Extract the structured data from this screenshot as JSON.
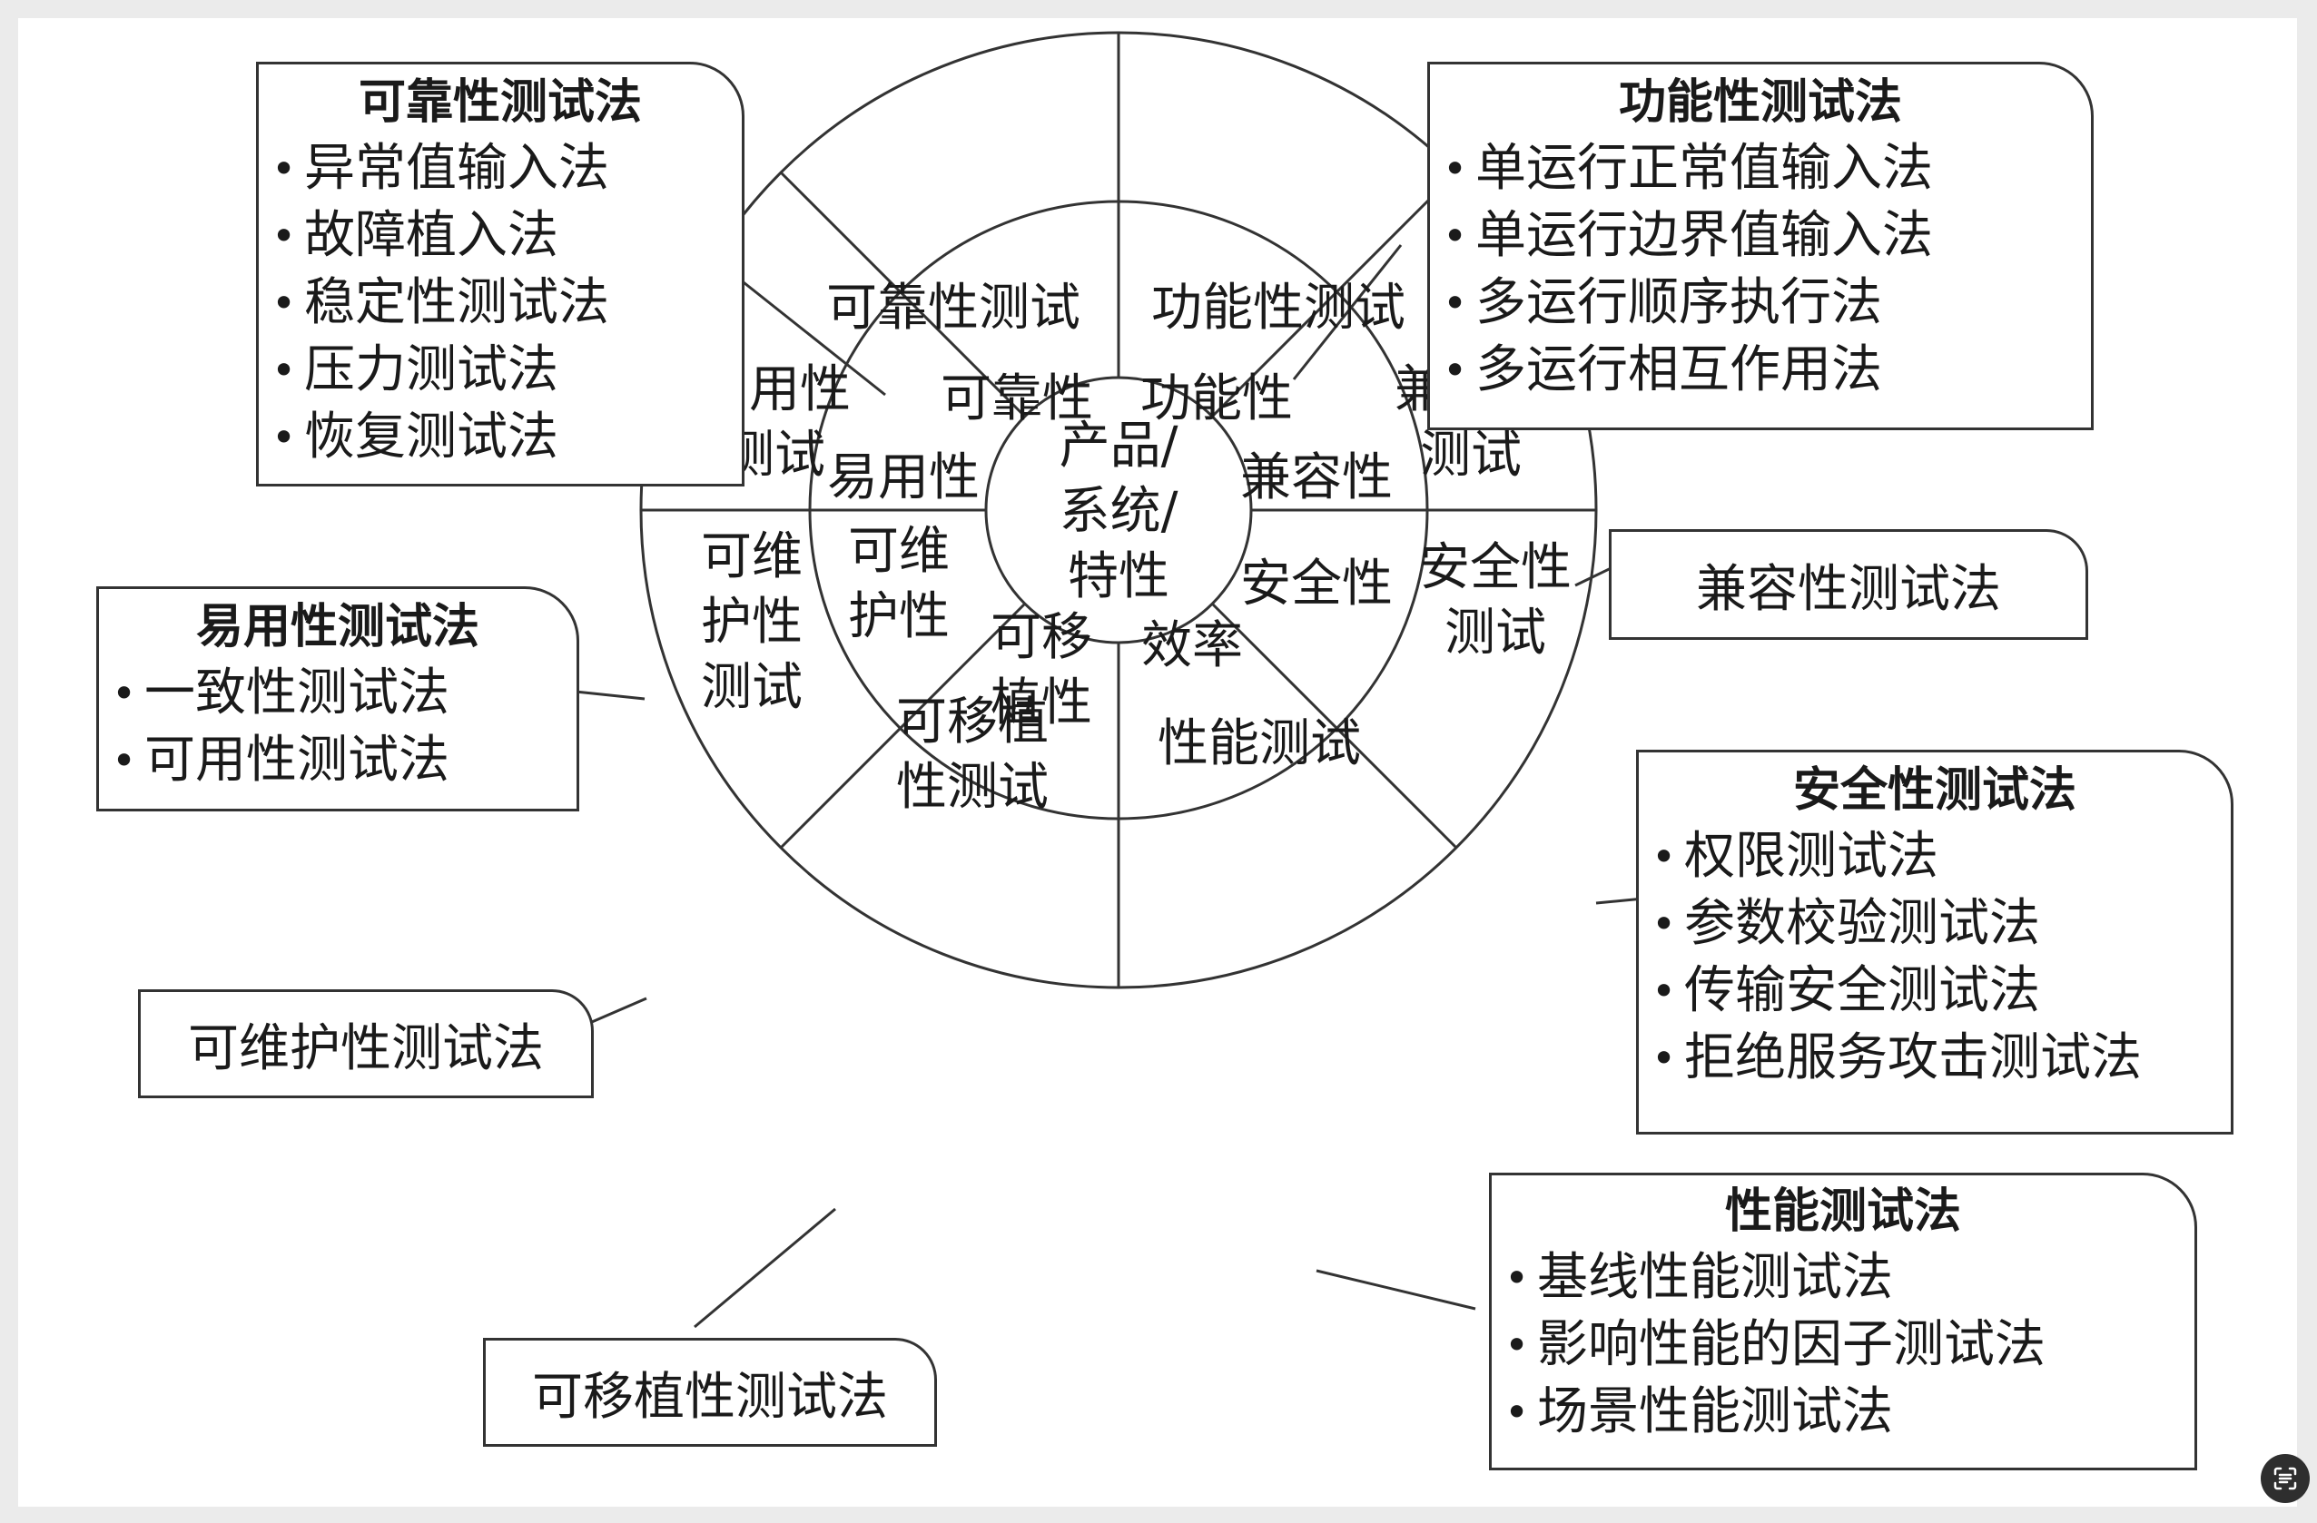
{
  "center": [
    "产品/",
    "系统/",
    "特性"
  ],
  "inner": {
    "reliability": "可靠性",
    "functionality": "功能性",
    "usability": "易用性",
    "compatibility": "兼容性",
    "maintainability": [
      "可维",
      "护性"
    ],
    "security": "安全性",
    "portability": [
      "可移",
      "植性"
    ],
    "efficiency": "效率"
  },
  "outer": {
    "reliability": "可靠性测试",
    "functionality": "功能性测试",
    "usability": [
      "易用性",
      "测试"
    ],
    "compatibility": [
      "兼容性",
      "测试"
    ],
    "maintainability": [
      "可维",
      "护性",
      "测试"
    ],
    "security": [
      "安全性",
      "测试"
    ],
    "portability": [
      "可移植",
      "性测试"
    ],
    "performance": "性能测试"
  },
  "boxes": {
    "reliability": {
      "title": "可靠性测试法",
      "items": [
        "异常值输入法",
        "故障植入法",
        "稳定性测试法",
        "压力测试法",
        "恢复测试法"
      ]
    },
    "functionality": {
      "title": "功能性测试法",
      "items": [
        "单运行正常值输入法",
        "单运行边界值输入法",
        "多运行顺序执行法",
        "多运行相互作用法"
      ]
    },
    "usability": {
      "title": "易用性测试法",
      "items": [
        "一致性测试法",
        "可用性测试法"
      ]
    },
    "compatibility": {
      "label": "兼容性测试法"
    },
    "security": {
      "title": "安全性测试法",
      "items": [
        "权限测试法",
        "参数校验测试法",
        "传输安全测试法",
        "拒绝服务攻击测试法"
      ]
    },
    "maintainability": {
      "label": "可维护性测试法"
    },
    "portability": {
      "label": "可移植性测试法"
    },
    "performance": {
      "title": "性能测试法",
      "items": [
        "基线性能测试法",
        "影响性能的因子测试法",
        "场景性能测试法"
      ]
    }
  },
  "icons": {
    "fab": "text-scan-icon"
  }
}
